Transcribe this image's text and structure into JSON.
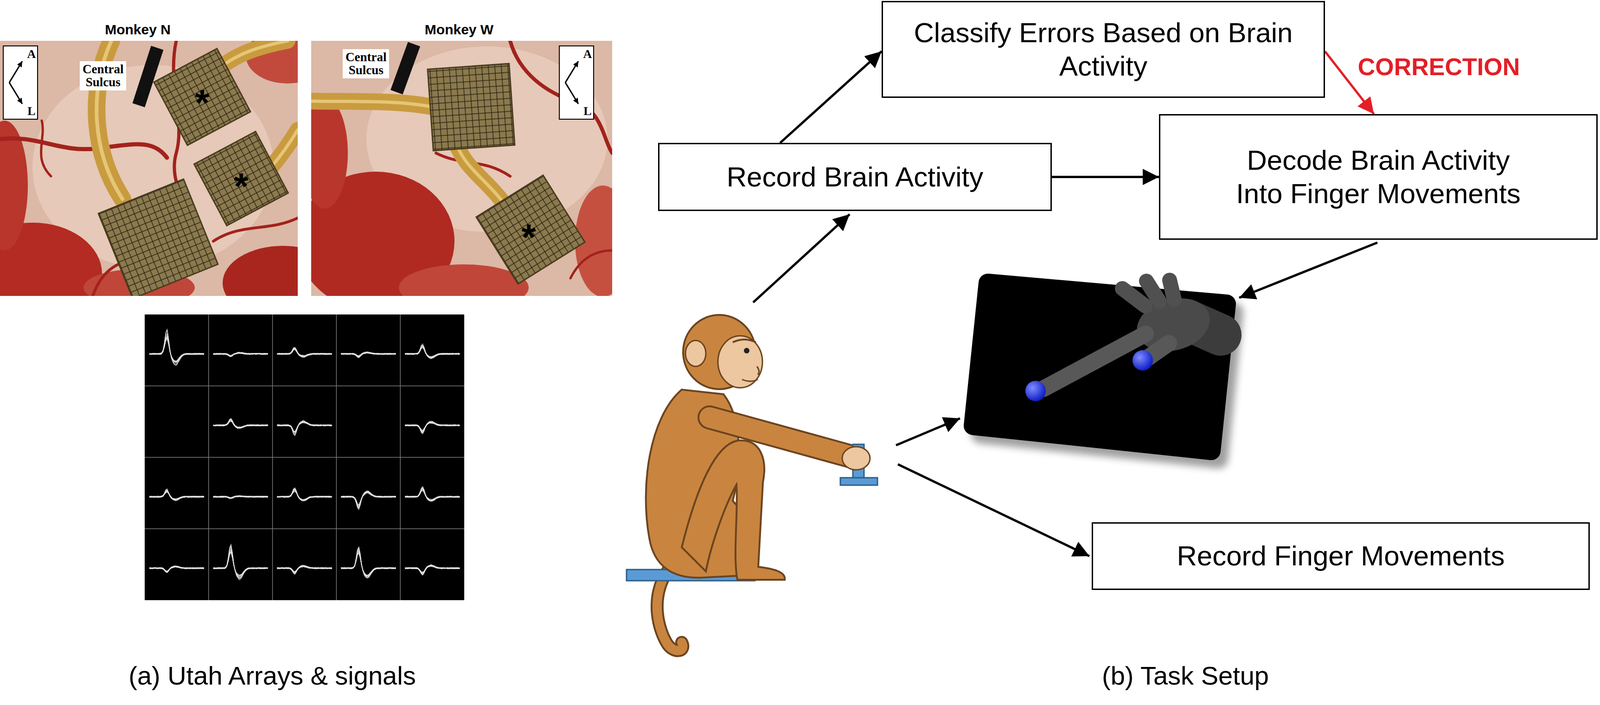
{
  "diagram": {
    "nodes": [
      {
        "text": [
          "Classify Errors Based on Brain Activity"
        ]
      },
      {
        "text": [
          "Record Brain Activity"
        ]
      },
      {
        "text": [
          "Decode Brain Activity Into Finger Movements"
        ]
      },
      {
        "text": [
          "Record Finger Movements"
        ]
      }
    ],
    "edges": [
      {
        "from": 1,
        "to": 0,
        "arrow": "to"
      },
      {
        "from": 1,
        "to": 2,
        "arrow": "to"
      },
      {
        "from": 0,
        "to": 2,
        "arrow": "to",
        "label": "CORRECTION"
      }
    ],
    "labels": [
      "Monkey N",
      "Central Sulcus",
      "A",
      "L",
      "*",
      "*",
      "Monkey W",
      "Central Sulcus",
      "A",
      "L",
      "*",
      "(a) Utah Arrays & signals",
      "(b) Task Setup"
    ]
  }
}
